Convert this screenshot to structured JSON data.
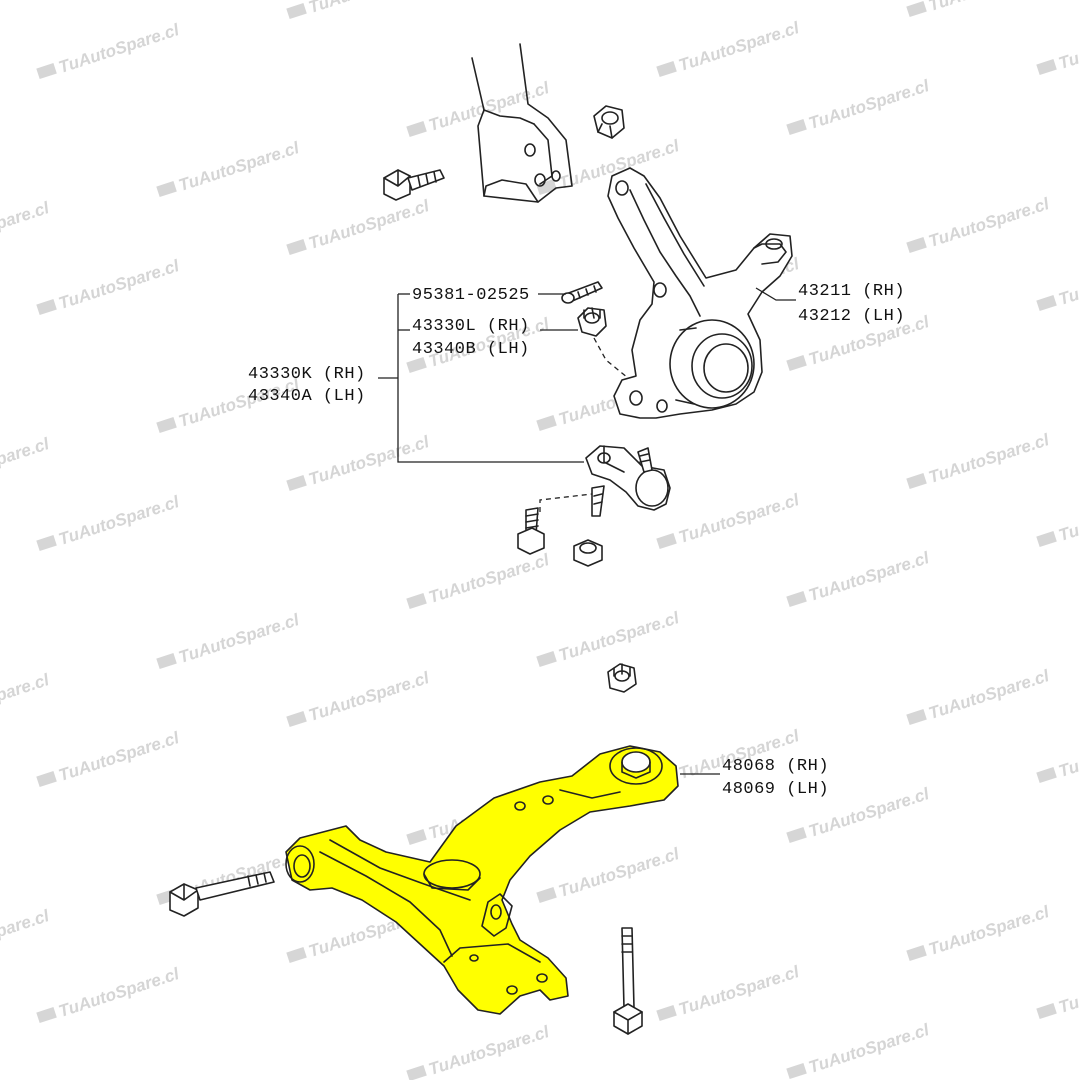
{
  "watermark": {
    "text": "TuAutoSpare.cl"
  },
  "colors": {
    "highlight": "#ffff00",
    "ink": "#222222",
    "watermark": "#c8c8c8",
    "background": "#ffffff"
  },
  "labels": {
    "pin": "95381-02525",
    "nut_rh": "43330L (RH)",
    "nut_lh": "43340B (LH)",
    "ball_joint_rh": "43330K (RH)",
    "ball_joint_lh": "43340A (LH)",
    "knuckle_rh": "43211 (RH)",
    "knuckle_lh": "43212 (LH)",
    "arm_rh": "48068 (RH)",
    "arm_lh": "48069 (LH)"
  },
  "parts": [
    {
      "id": "strut",
      "icon": "strut-icon"
    },
    {
      "id": "strut-bolt",
      "icon": "bolt-icon"
    },
    {
      "id": "strut-nut",
      "icon": "nut-icon"
    },
    {
      "id": "steering-knuckle",
      "icon": "knuckle-icon"
    },
    {
      "id": "cotter-pin",
      "icon": "pin-icon"
    },
    {
      "id": "castle-nut",
      "icon": "nut-icon"
    },
    {
      "id": "ball-joint",
      "icon": "ball-joint-icon"
    },
    {
      "id": "ball-joint-bolt",
      "icon": "bolt-icon"
    },
    {
      "id": "ball-joint-nut",
      "icon": "nut-icon"
    },
    {
      "id": "arm-nut",
      "icon": "nut-icon"
    },
    {
      "id": "lower-control-arm",
      "icon": "control-arm-icon",
      "highlighted": true
    },
    {
      "id": "arm-front-bolt",
      "icon": "bolt-icon"
    },
    {
      "id": "arm-rear-bolt",
      "icon": "bolt-icon"
    }
  ]
}
